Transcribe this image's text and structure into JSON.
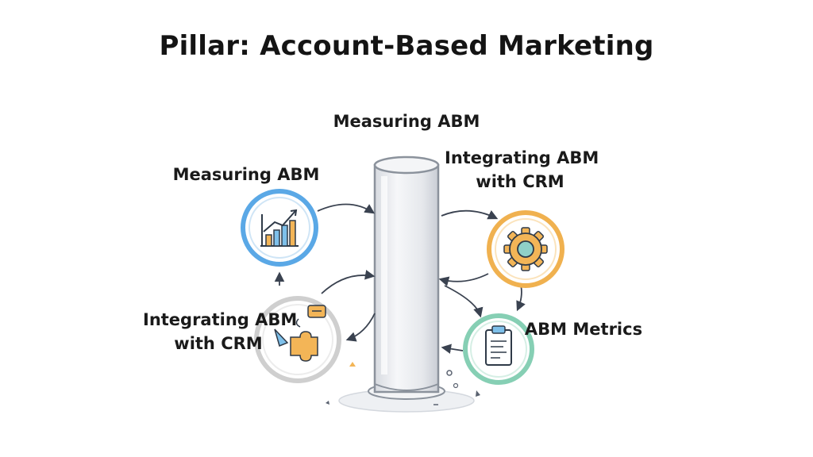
{
  "diagram": {
    "title": "Pillar: Account-Based Marketing",
    "labels": {
      "top": "Measuring ABM",
      "top_left": "Measuring ABM",
      "top_right_line1": "Integrating ABM",
      "top_right_line2": "with CRM",
      "bottom_left_line1": "Integrating ABM",
      "bottom_left_line2": "with CRM",
      "bottom_right": "ABM Metrics"
    },
    "nodes": [
      {
        "id": "measuring",
        "icon": "bar-chart-icon",
        "ring_color": "#5aa8e6"
      },
      {
        "id": "crm-integration",
        "icon": "gear-icon",
        "ring_color": "#f0b14f"
      },
      {
        "id": "integrating",
        "icon": "puzzle-icon",
        "ring_color": "#c9c9c9"
      },
      {
        "id": "metrics",
        "icon": "clipboard-icon",
        "ring_color": "#86cfb4"
      }
    ]
  }
}
